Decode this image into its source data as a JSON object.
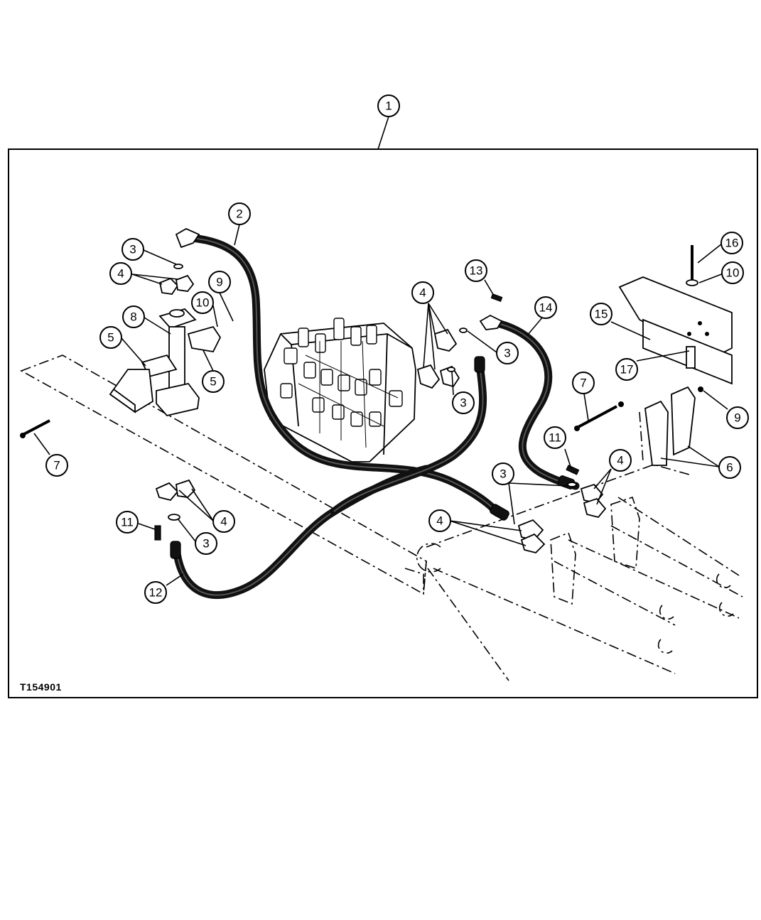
{
  "figure": {
    "id": "T154901",
    "callouts": [
      {
        "label": "1"
      },
      {
        "label": "2"
      },
      {
        "label": "3"
      },
      {
        "label": "4"
      },
      {
        "label": "9"
      },
      {
        "label": "10"
      },
      {
        "label": "8"
      },
      {
        "label": "5"
      },
      {
        "label": "5"
      },
      {
        "label": "7"
      },
      {
        "label": "4"
      },
      {
        "label": "11"
      },
      {
        "label": "3"
      },
      {
        "label": "12"
      },
      {
        "label": "13"
      },
      {
        "label": "4"
      },
      {
        "label": "3"
      },
      {
        "label": "3"
      },
      {
        "label": "14"
      },
      {
        "label": "3"
      },
      {
        "label": "4"
      },
      {
        "label": "4"
      },
      {
        "label": "11"
      },
      {
        "label": "7"
      },
      {
        "label": "15"
      },
      {
        "label": "17"
      },
      {
        "label": "16"
      },
      {
        "label": "10"
      },
      {
        "label": "9"
      },
      {
        "label": "6"
      }
    ]
  }
}
